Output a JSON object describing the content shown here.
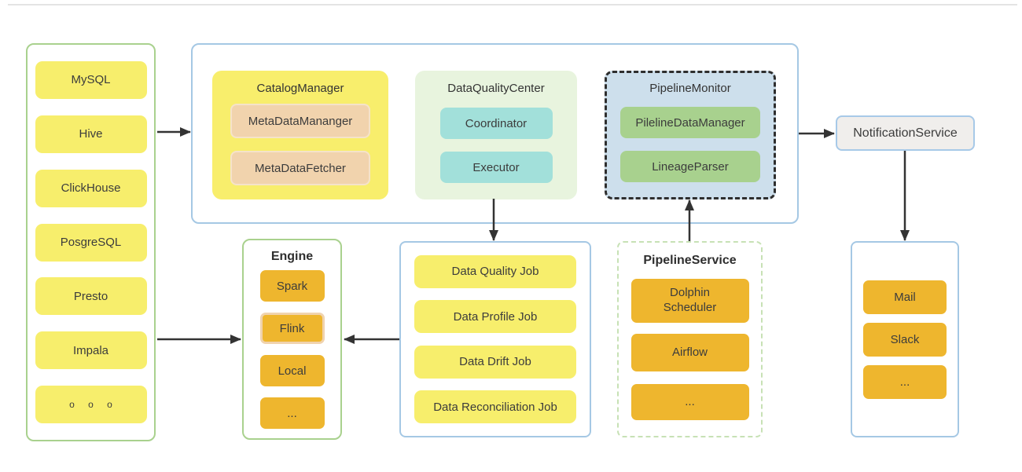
{
  "sources": {
    "items": [
      "MySQL",
      "Hive",
      "ClickHouse",
      "PosgreSQL",
      "Presto",
      "Impala",
      "o o o"
    ]
  },
  "platform": {
    "catalog_manager": {
      "title": "CatalogManager",
      "items": [
        "MetaDataMananger",
        "MetaDataFetcher"
      ]
    },
    "data_quality_center": {
      "title": "DataQualityCenter",
      "items": [
        "Coordinator",
        "Executor"
      ]
    },
    "pipeline_monitor": {
      "title": "PipelineMonitor",
      "items": [
        "PilelineDataManager",
        "LineageParser"
      ]
    }
  },
  "engine": {
    "title": "Engine",
    "items": [
      "Spark",
      "Flink",
      "Local",
      "..."
    ],
    "highlighted_item": "Flink"
  },
  "jobs": {
    "items": [
      "Data Quality Job",
      "Data Profile Job",
      "Data Drift Job",
      "Data Reconciliation Job"
    ]
  },
  "pipeline_service": {
    "title": "PipelineService",
    "items": [
      "Dolphin\nScheduler",
      "Airflow",
      "..."
    ]
  },
  "notification_service": {
    "label": "NotificationService"
  },
  "channels": {
    "items": [
      "Mail",
      "Slack",
      "..."
    ]
  },
  "colors": {
    "yellow_node": "#f7ee6c",
    "orange_node": "#eeb62e",
    "tan_node": "#f1d3ad",
    "cyan_node": "#a2e0da",
    "quality_group_bg": "#e8f4de",
    "green_node": "#a8d18e",
    "monitor_group_bg": "#cddfec",
    "blue_border": "#a5c8e4",
    "green_border": "#a9d18e",
    "dashed_green_border": "#c7e1b5",
    "notification_bg": "#f0eeec",
    "arrow": "#333333"
  }
}
